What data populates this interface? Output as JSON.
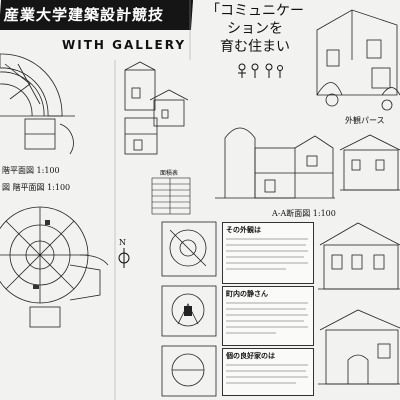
{
  "title": "産業大学建築設計競技",
  "gallery": "WITH GALLERY",
  "subtitle_lines": [
    "「コミュニケー",
    "ションを",
    "育む住まい"
  ],
  "labels": {
    "exterior_perspective": "外観パース",
    "floor_plan_1": "階平面図 1:100",
    "floor_plan_2": "図 階平面図 1:100",
    "section": "A-A断面図 1:100",
    "north": "N",
    "table_title": "面積表"
  },
  "text_boxes": [
    {
      "heading": "その外観は"
    },
    {
      "heading": "町内の静さん"
    },
    {
      "heading": "個の良好家のは"
    }
  ]
}
